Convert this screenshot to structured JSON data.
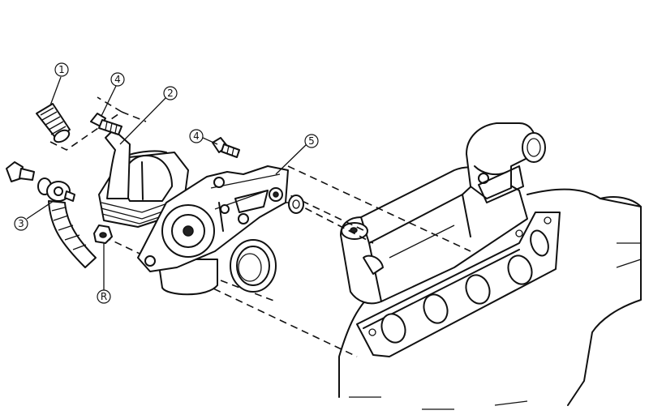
{
  "callouts": [
    {
      "id": "1",
      "label": "1"
    },
    {
      "id": "2",
      "label": "2"
    },
    {
      "id": "3",
      "label": "3"
    },
    {
      "id": "4a",
      "label": "4"
    },
    {
      "id": "4b",
      "label": "4"
    },
    {
      "id": "5",
      "label": "5"
    },
    {
      "id": "R",
      "label": "R"
    }
  ]
}
